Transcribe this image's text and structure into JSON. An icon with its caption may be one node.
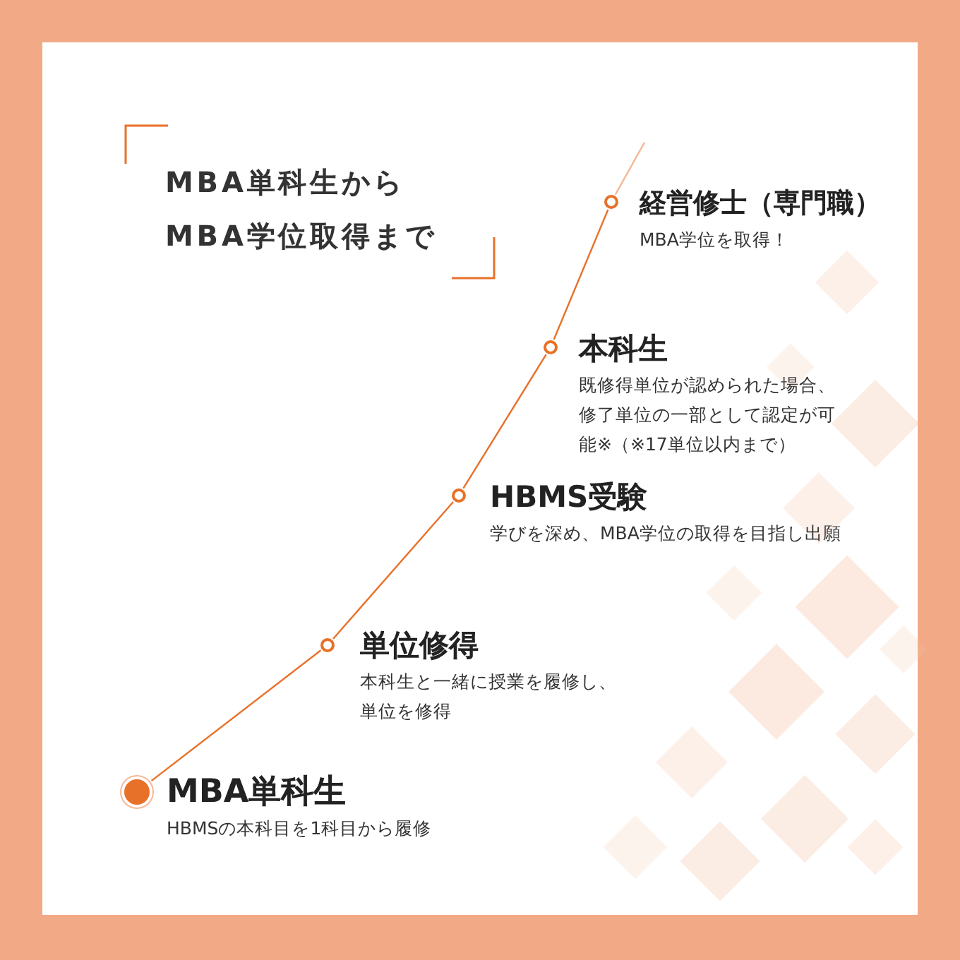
{
  "diagram": {
    "title": "MBA単科生から MBA学位取得まで",
    "nodes": [
      {
        "text": [],
        "shape": "circle",
        "beside": [
          "MBA単科生",
          "HBMSの本科目を1科目から履修"
        ]
      },
      {
        "text": [],
        "shape": "circle",
        "beside": [
          "単位修得",
          "本科生と一緒に授業を履修し、単位を修得"
        ]
      },
      {
        "text": [],
        "shape": "circle",
        "beside": [
          "HBMS受験",
          "学びを深め、MBA学位の取得を目指し出願"
        ]
      },
      {
        "text": [],
        "shape": "circle",
        "beside": [
          "本科生",
          "既修得単位が認められた場合、修了単位の一部として認定が可能※（※17単位以内まで）"
        ]
      },
      {
        "text": [],
        "shape": "circle",
        "beside": [
          "経営修士（専門職）",
          "MBA学位を取得！"
        ]
      }
    ],
    "edges": [
      {
        "from": 0,
        "to": 1,
        "arrow": "none"
      },
      {
        "from": 1,
        "to": 2,
        "arrow": "none"
      },
      {
        "from": 2,
        "to": 3,
        "arrow": "none"
      },
      {
        "from": 3,
        "to": 4,
        "arrow": "none"
      },
      {
        "from": 4,
        "to": null,
        "arrow": "none"
      }
    ]
  }
}
